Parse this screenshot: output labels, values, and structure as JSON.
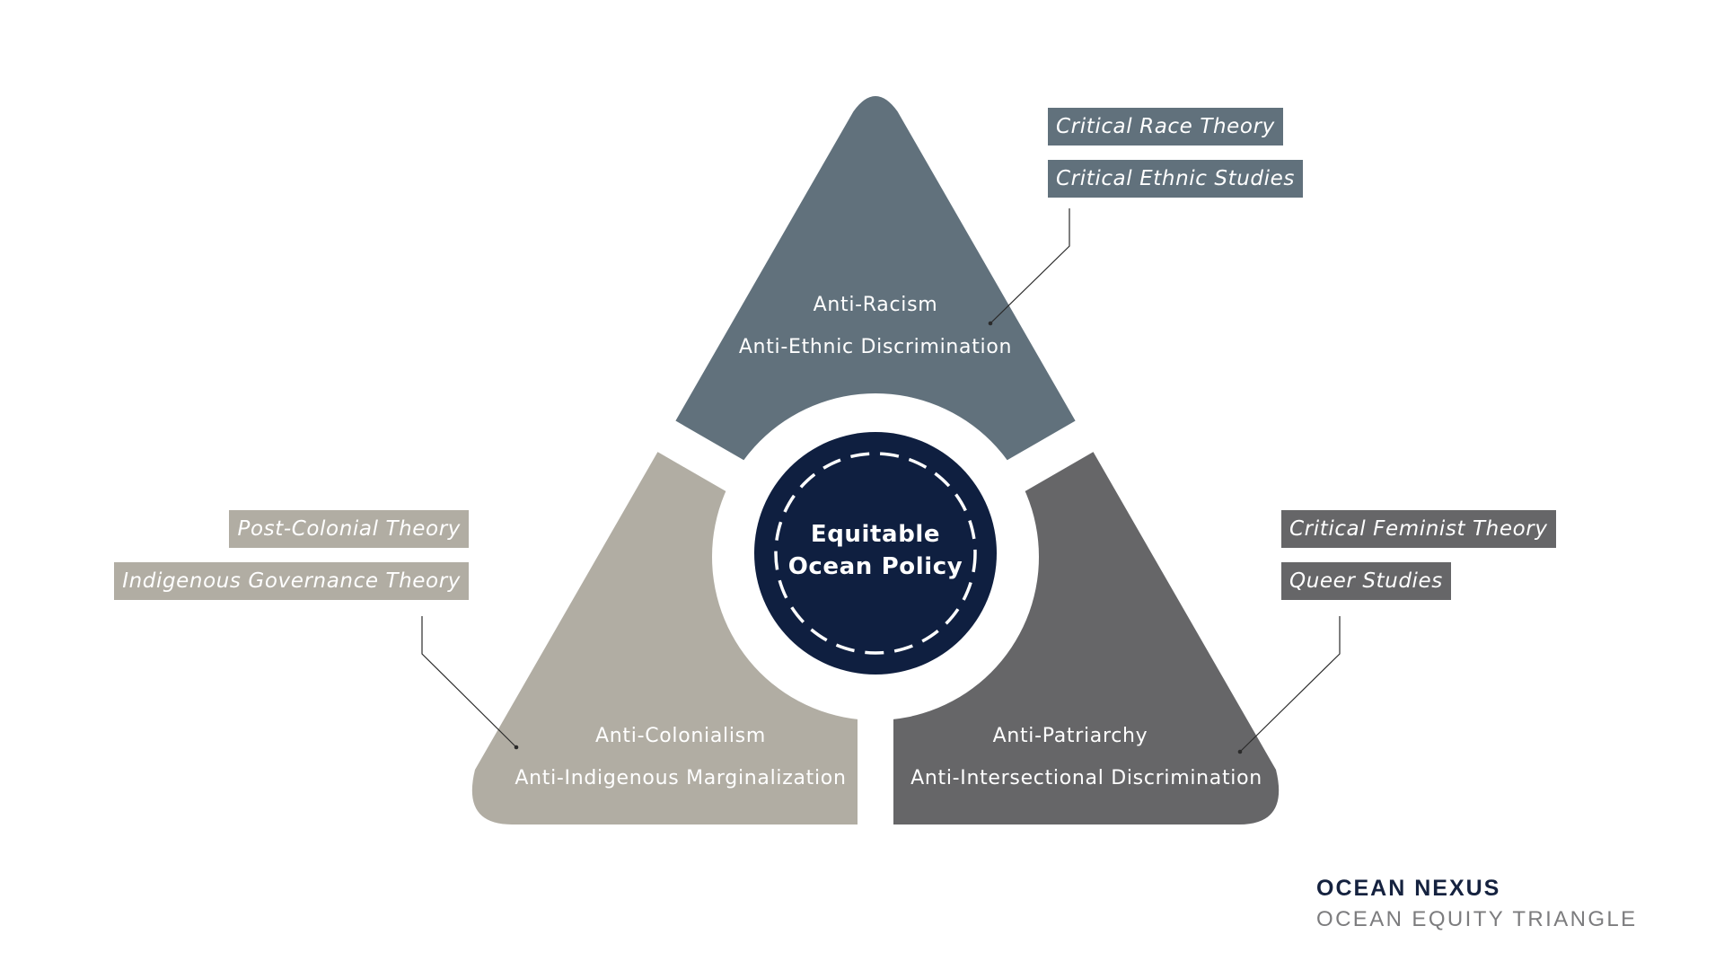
{
  "colors": {
    "top_segment": "#61717c",
    "left_segment": "#b1ada3",
    "right_segment": "#666668",
    "center_circle": "#0f1f40",
    "brand_name": "#15223f",
    "brand_sub": "#7c7c7e"
  },
  "center": {
    "line1": "Equitable",
    "line2": "Ocean Policy"
  },
  "segments": {
    "top": {
      "line1": "Anti-Racism",
      "line2": "Anti-Ethnic Discrimination"
    },
    "left": {
      "line1": "Anti-Colonialism",
      "line2": "Anti-Indigenous Marginalization"
    },
    "right": {
      "line1": "Anti-Patriarchy",
      "line2": "Anti-Intersectional Discrimination"
    }
  },
  "theories": {
    "top": [
      "Critical Race Theory",
      "Critical Ethnic Studies"
    ],
    "left": [
      "Post-Colonial Theory",
      "Indigenous Governance Theory"
    ],
    "right": [
      "Critical Feminist Theory",
      "Queer Studies"
    ]
  },
  "brand": {
    "name": "OCEAN NEXUS",
    "subtitle": "OCEAN EQUITY TRIANGLE"
  }
}
